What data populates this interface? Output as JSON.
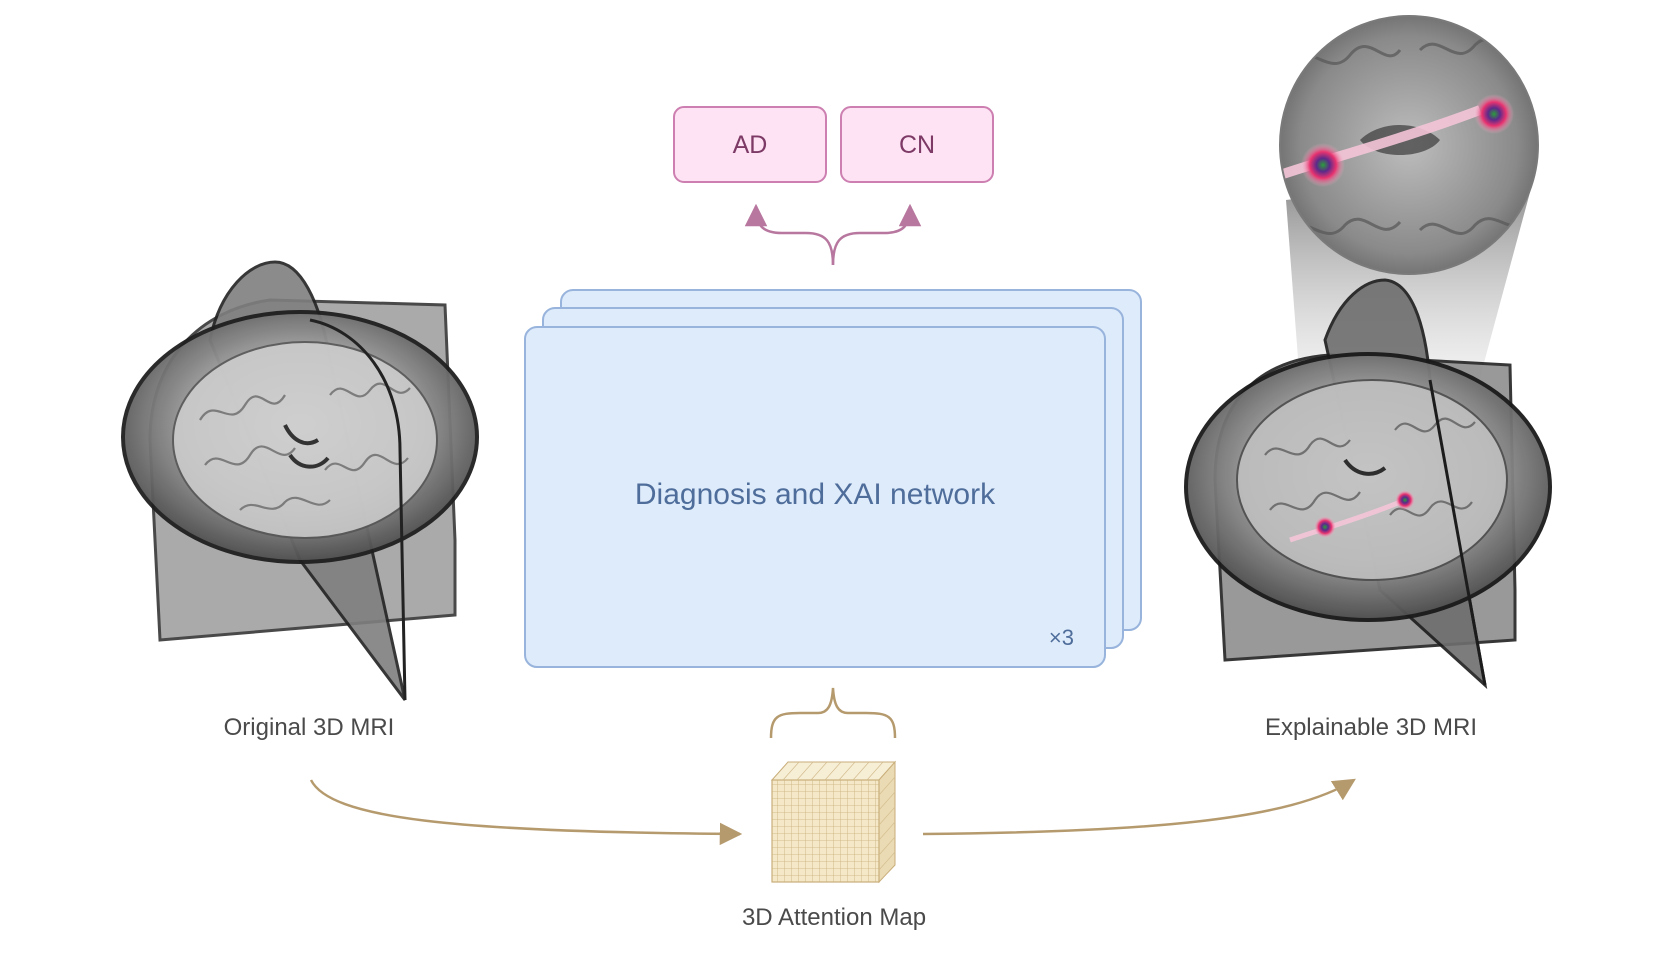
{
  "outputs": {
    "class_a": "AD",
    "class_b": "CN"
  },
  "network": {
    "title": "Diagnosis and XAI network",
    "repeat": "×3"
  },
  "captions": {
    "input": "Original 3D MRI",
    "output": "Explainable 3D MRI",
    "attention": "3D Attention Map"
  },
  "colors": {
    "output_box_fill": "#fde3f3",
    "output_box_stroke": "#cc7fb0",
    "output_text": "#7d3a66",
    "network_fill": "#deebfb",
    "network_stroke": "#98b4dc",
    "network_text": "#4e6d9a",
    "flow_arrow": "#b59a6e",
    "output_brace": "#b7779f",
    "attention_cube": "#f3e6c4"
  },
  "icons": {
    "input_image": "brain-mri-3d-slices-icon",
    "output_image": "brain-mri-3d-heatmap-icon",
    "zoom_inset": "magnified-heatmap-icon",
    "attention_map": "voxel-grid-cube-icon"
  }
}
